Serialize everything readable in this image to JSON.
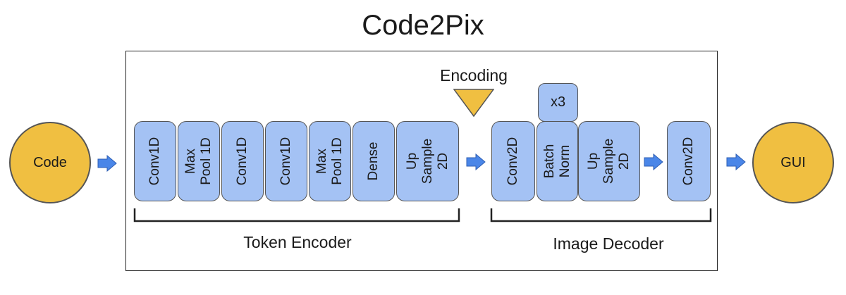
{
  "title": "Code2Pix",
  "input": {
    "label": "Code"
  },
  "output": {
    "label": "GUI"
  },
  "encoding": {
    "label": "Encoding"
  },
  "repeat": {
    "label": "x3"
  },
  "token_encoder": {
    "label": "Token Encoder",
    "layers": [
      {
        "label": "Conv1D"
      },
      {
        "label": "Max\nPool 1D"
      },
      {
        "label": "Conv1D"
      },
      {
        "label": "Conv1D"
      },
      {
        "label": "Max\nPool 1D"
      },
      {
        "label": "Dense"
      },
      {
        "label": "Up\nSample\n2D"
      }
    ]
  },
  "image_decoder": {
    "label": "Image Decoder",
    "layers": [
      {
        "label": "Conv2D"
      },
      {
        "label": "Batch\nNorm"
      },
      {
        "label": "Up\nSample\n2D"
      },
      {
        "label": "Conv2D"
      }
    ]
  },
  "colors": {
    "block_fill": "#a4c2f4",
    "circle_fill": "#f0bf41",
    "arrow_fill": "#4a86e8",
    "triangle_fill": "#f0bf41"
  }
}
